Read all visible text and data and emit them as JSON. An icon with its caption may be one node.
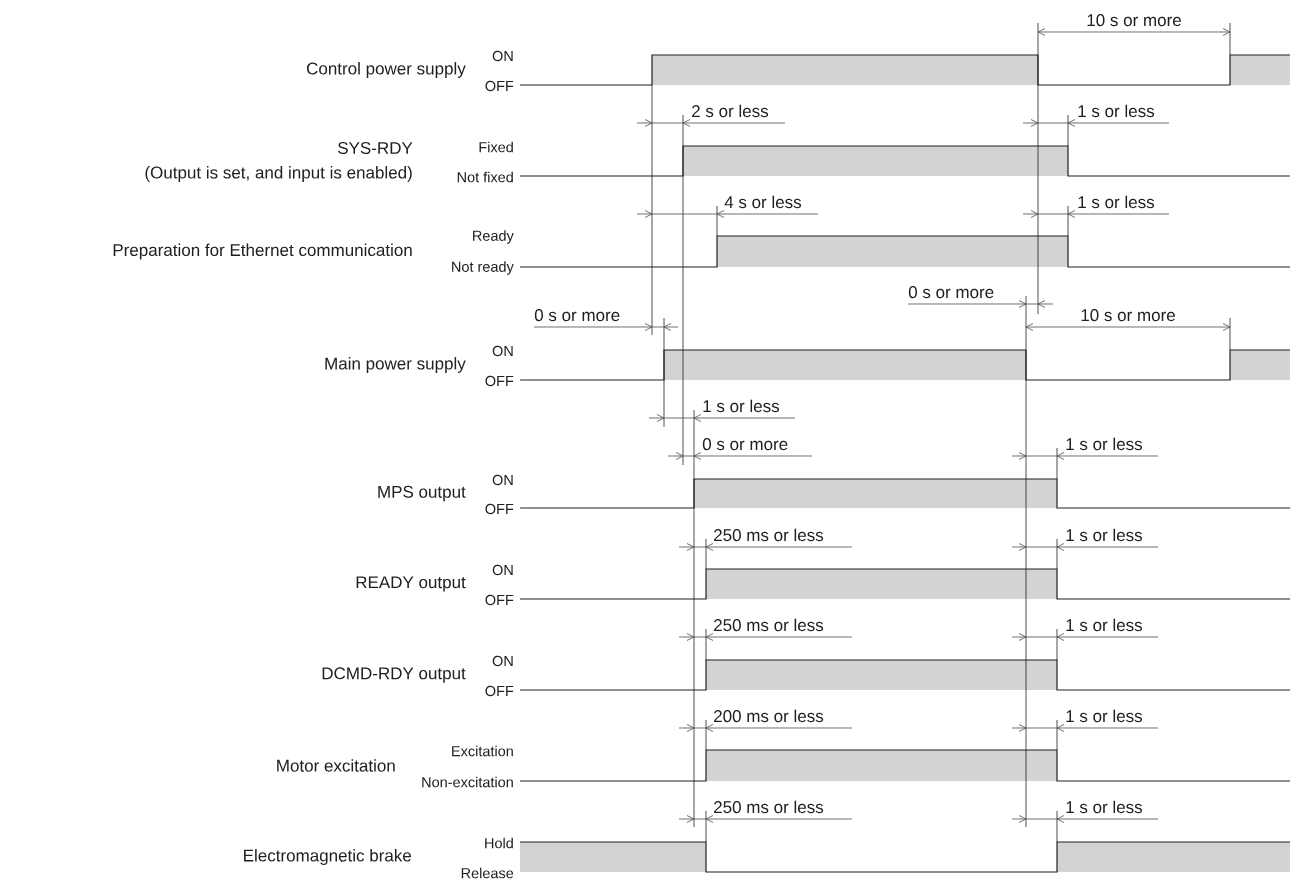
{
  "diagram": {
    "labels": [
      "10 s or more",
      "Control power supply",
      "ON",
      "OFF",
      "2 s or less",
      "1 s or less",
      "SYS-RDY",
      "(Output is set, and input is enabled)",
      "Fixed",
      "Not fixed",
      "4 s or less",
      "1 s or less",
      "Preparation for Ethernet communication",
      "Ready",
      "Not ready",
      "0 s or more",
      "0 s or more",
      "10 s or more",
      "Main power supply",
      "ON",
      "OFF",
      "1 s or less",
      "0 s or more",
      "1 s or less",
      "MPS output",
      "ON",
      "OFF",
      "250 ms or less",
      "1 s or less",
      "READY output",
      "ON",
      "OFF",
      "250 ms or less",
      "1 s or less",
      "DCMD-RDY output",
      "ON",
      "OFF",
      "200 ms or less",
      "1 s or less",
      "Motor excitation",
      "Excitation",
      "Non-excitation",
      "250 ms or less",
      "1 s or less",
      "Electromagnetic brake",
      "Hold",
      "Release"
    ]
  }
}
